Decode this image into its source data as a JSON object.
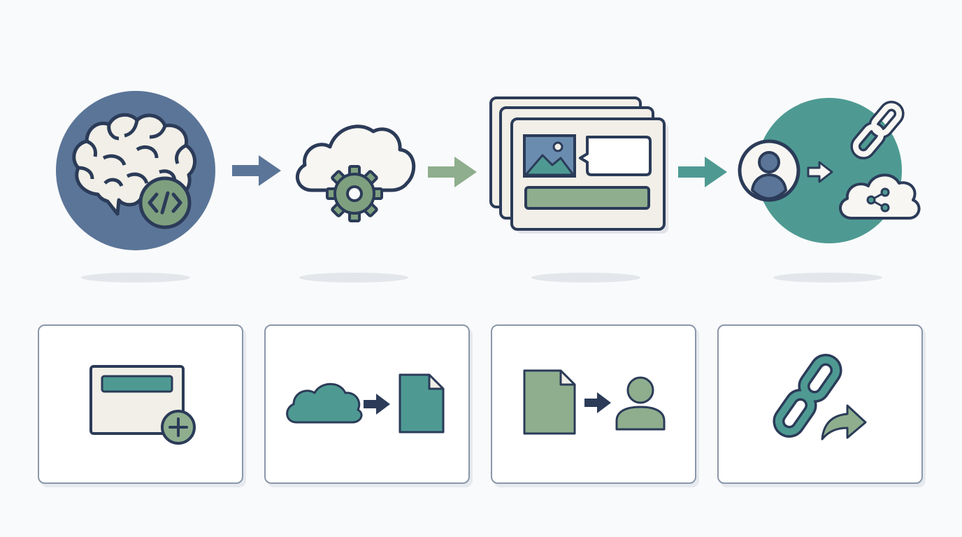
{
  "diagram": {
    "colors": {
      "navy": "#2b3b58",
      "slate_blue": "#5b7598",
      "sage": "#8fae8e",
      "teal": "#4e9a93",
      "cream": "#f1efe7",
      "card_border": "#8a97aa",
      "shadow": "#e3e6ea"
    },
    "flow": [
      {
        "id": "ai-code",
        "icons": [
          "brain-icon",
          "code-tag-icon"
        ]
      },
      {
        "id": "cloud-processing",
        "icons": [
          "cloud-icon",
          "gear-icon"
        ]
      },
      {
        "id": "page-builder",
        "icons": [
          "stacked-pages-icon",
          "image-icon",
          "speech-bubble-icon",
          "text-bar-icon"
        ]
      },
      {
        "id": "share",
        "icons": [
          "user-icon",
          "arrow-icon",
          "chain-link-icon",
          "cloud-share-icon"
        ]
      }
    ],
    "steps": [
      {
        "id": "create",
        "icons": [
          "window-icon",
          "plus-icon"
        ]
      },
      {
        "id": "cloud-to-file",
        "icons": [
          "cloud-icon",
          "arrow-icon",
          "document-icon"
        ]
      },
      {
        "id": "file-to-user",
        "icons": [
          "document-icon",
          "arrow-icon",
          "user-icon"
        ]
      },
      {
        "id": "share-link",
        "icons": [
          "chain-link-icon",
          "share-arrow-icon"
        ]
      }
    ]
  }
}
